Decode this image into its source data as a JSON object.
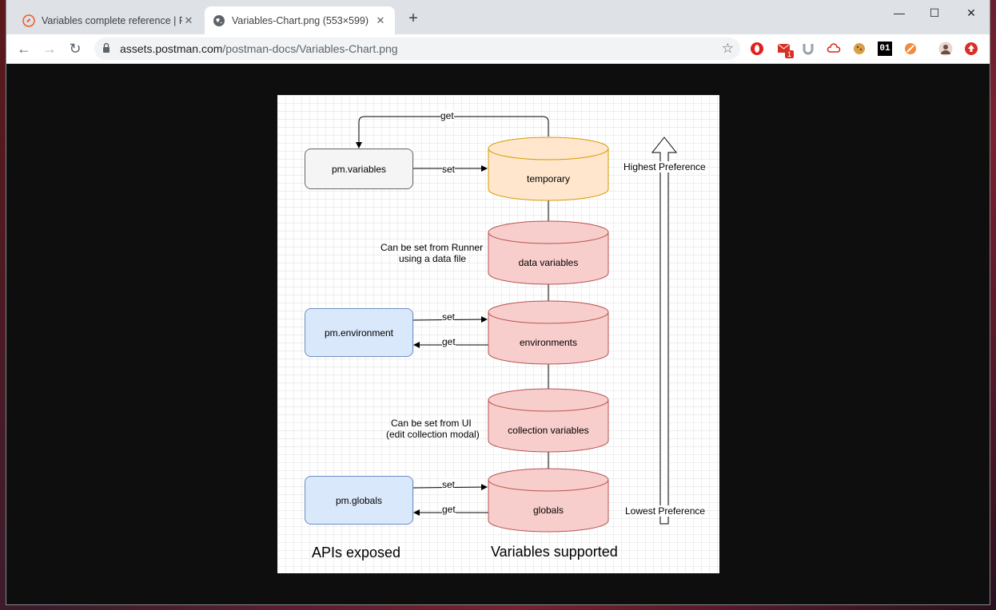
{
  "browser": {
    "tabs": [
      {
        "title": "Variables complete reference | Po",
        "active": false
      },
      {
        "title": "Variables-Chart.png (553×599)",
        "active": true
      }
    ],
    "new_tab": "+",
    "window_controls": {
      "minimize": "—",
      "maximize": "☐",
      "close": "✕"
    },
    "address": {
      "host": "assets.postman.com",
      "path": "/postman-docs/Variables-Chart.png"
    },
    "ext_badge": "1",
    "ext_counter": "01"
  },
  "diagram": {
    "api_boxes": {
      "variables": "pm.variables",
      "environment": "pm.environment",
      "globals": "pm.globals"
    },
    "stores": {
      "temporary": "temporary",
      "data": "data variables",
      "environments": "environments",
      "collection": "collection variables",
      "globals": "globals"
    },
    "edges": {
      "get": "get",
      "set": "set"
    },
    "notes": {
      "runner_line1": "Can be set from Runner",
      "runner_line2": "using a data file",
      "ui_line1": "Can be set from UI",
      "ui_line2": "(edit collection modal)"
    },
    "preference": {
      "high": "Highest Preference",
      "low": "Lowest Preference"
    },
    "footer": {
      "apis": "APIs exposed",
      "vars": "Variables supported"
    },
    "colors": {
      "temporary_fill": "#ffe6cc",
      "temporary_stroke": "#d79b00",
      "store_fill": "#f8cecc",
      "store_stroke": "#b85450",
      "api_blue": "#dae8fc",
      "api_grey": "#f5f5f5"
    }
  }
}
